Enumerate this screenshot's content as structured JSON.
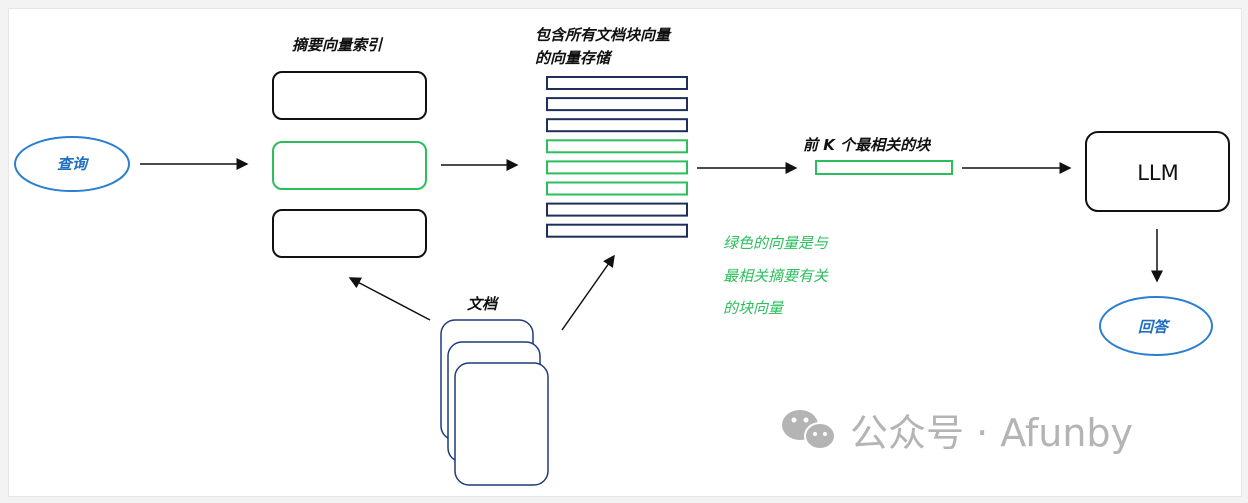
{
  "labels": {
    "query": "查询",
    "summary_index": "摘要向量索引",
    "store_line1": "包含所有文档块向量",
    "store_line2": "的向量存储",
    "top_k": "前 K 个最相关的块",
    "llm": "LLM",
    "answer": "回答",
    "documents": "文档",
    "note_line1": "绿色的向量是与",
    "note_line2": "最相关摘要有关",
    "note_line3": "的块向量"
  },
  "store_vectors": [
    "other",
    "other",
    "other",
    "relevant",
    "relevant",
    "relevant",
    "other",
    "other"
  ],
  "summary_boxes": [
    "other",
    "relevant",
    "other"
  ],
  "watermark": {
    "text": "公众号 · Afunby"
  },
  "colors": {
    "relevant": "#2bbf5c",
    "other": "#1f2f5c",
    "ellipse": "#2a7fd0",
    "box": "#111111"
  }
}
